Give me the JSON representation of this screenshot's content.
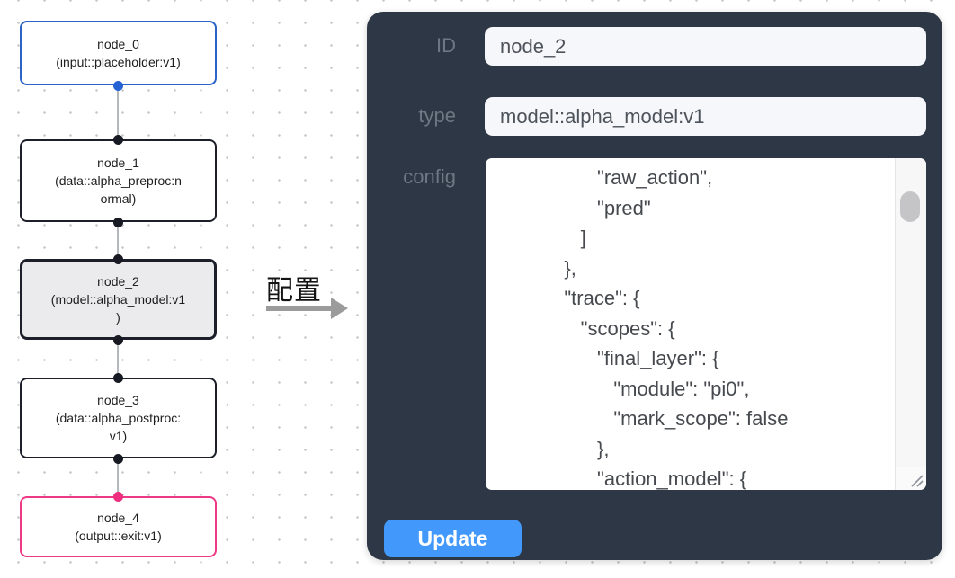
{
  "flow": {
    "nodes": [
      {
        "id": "node_0",
        "label": "node_0\n(input::placeholder:v1)"
      },
      {
        "id": "node_1",
        "label": "node_1\n(data::alpha_preproc:n\normal)"
      },
      {
        "id": "node_2",
        "label": "node_2\n(model::alpha_model:v1\n)",
        "selected": true
      },
      {
        "id": "node_3",
        "label": "node_3\n(data::alpha_postproc:\nv1)"
      },
      {
        "id": "node_4",
        "label": "node_4\n(output::exit:v1)"
      }
    ]
  },
  "annotation": {
    "label": "配置"
  },
  "panel": {
    "id_label": "ID",
    "id_value": "node_2",
    "type_label": "type",
    "type_value": "model::alpha_model:v1",
    "config_label": "config",
    "config_text": "                  \"raw_action\",\n                  \"pred\"\n               ]\n            },\n            \"trace\": {\n               \"scopes\": {\n                  \"final_layer\": {\n                     \"module\": \"pi0\",\n                     \"mark_scope\": false\n                  },\n                  \"action_model\": {",
    "update_label": "Update"
  },
  "colors": {
    "panel_bg": "#2d3745",
    "accent_button": "#4299fb",
    "input_node_border": "#2b64c8",
    "output_node_border": "#ee3a86",
    "default_node_border": "#1c1f29",
    "selected_node_bg": "#ebebee",
    "input_handle": "#2563d4",
    "output_handle": "#ee2f7f"
  }
}
